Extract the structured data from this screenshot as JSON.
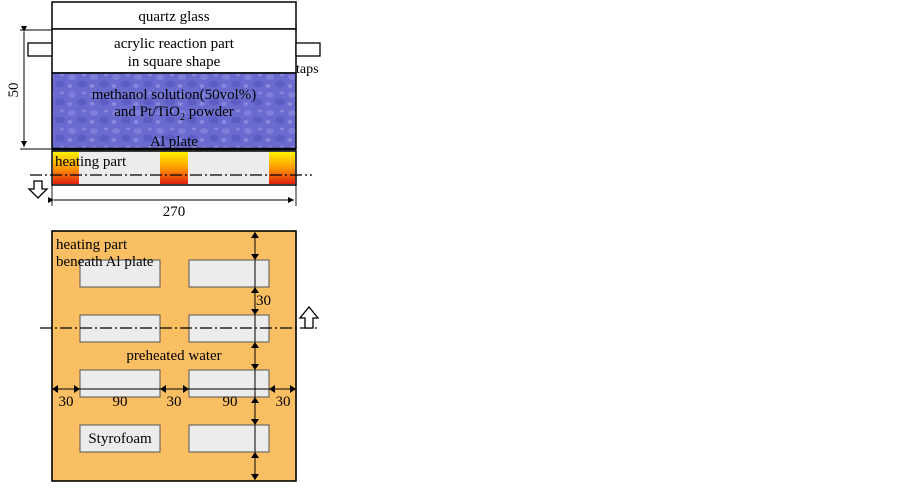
{
  "labels": {
    "quartz_glass": "quartz glass",
    "acrylic_line1": "acrylic reaction part",
    "acrylic_line2": "in square shape",
    "taps": "taps",
    "methanol_line1": "methanol solution(50vol%)",
    "methanol_line2_prefix": "and Pt/TiO",
    "methanol_line2_sub": "2",
    "methanol_line2_suffix": " powder",
    "al_plate": "Al plate",
    "heating_part": "heating part",
    "heating_part_beneath_1": "heating part",
    "heating_part_beneath_2": "beneath Al plate",
    "preheated_water": "preheated water",
    "styrofoam": "Styrofoam"
  },
  "dimensions": {
    "height_50": "50",
    "width_270": "270",
    "spacing_30_vertical": "30",
    "spacing_30_left": "30",
    "spacing_90_left": "90",
    "spacing_30_mid": "30",
    "spacing_90_right": "90",
    "spacing_30_right": "30"
  },
  "colors": {
    "solution": "#6f6fd0",
    "heater_panel": "#fbbf63",
    "cell": "#ececec",
    "heater_hot_top": "#ffe600",
    "heater_hot_bottom": "#e02010"
  }
}
